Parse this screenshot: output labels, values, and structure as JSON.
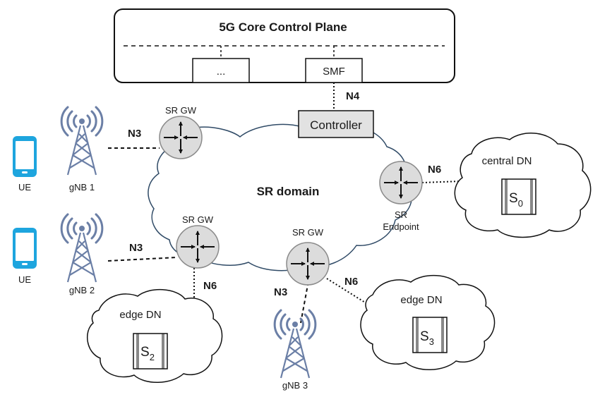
{
  "core": {
    "title": "5G Core Control Plane",
    "func_other": "...",
    "func_smf": "SMF"
  },
  "controller": {
    "label": "Controller"
  },
  "domain": {
    "label": "SR domain"
  },
  "routers": {
    "gw1": "SR GW",
    "gw2": "SR GW",
    "gw3": "SR GW",
    "endpoint_line1": "SR",
    "endpoint_line2": "Endpoint"
  },
  "devices": {
    "ue1": "UE",
    "ue2": "UE",
    "gnb1": "gNB 1",
    "gnb2": "gNB 2",
    "gnb3": "gNB 3"
  },
  "interfaces": {
    "n4": "N4",
    "n3_gnb1": "N3",
    "n3_gnb2": "N3",
    "n3_gnb3": "N3",
    "n6_central": "N6",
    "n6_edge2": "N6",
    "n6_edge3": "N6"
  },
  "data_networks": {
    "central": {
      "label": "central DN",
      "server": "S",
      "server_sub": "0"
    },
    "edge2": {
      "label": "edge DN",
      "server": "S",
      "server_sub": "2"
    },
    "edge3": {
      "label": "edge DN",
      "server": "S",
      "server_sub": "3"
    }
  },
  "colors": {
    "phone": "#1ea5de",
    "tower": "#6b7fa6",
    "router_fill": "#dcdcdc",
    "cloud_stroke": "#2f4a66",
    "box_fill": "#e2e2e2"
  }
}
